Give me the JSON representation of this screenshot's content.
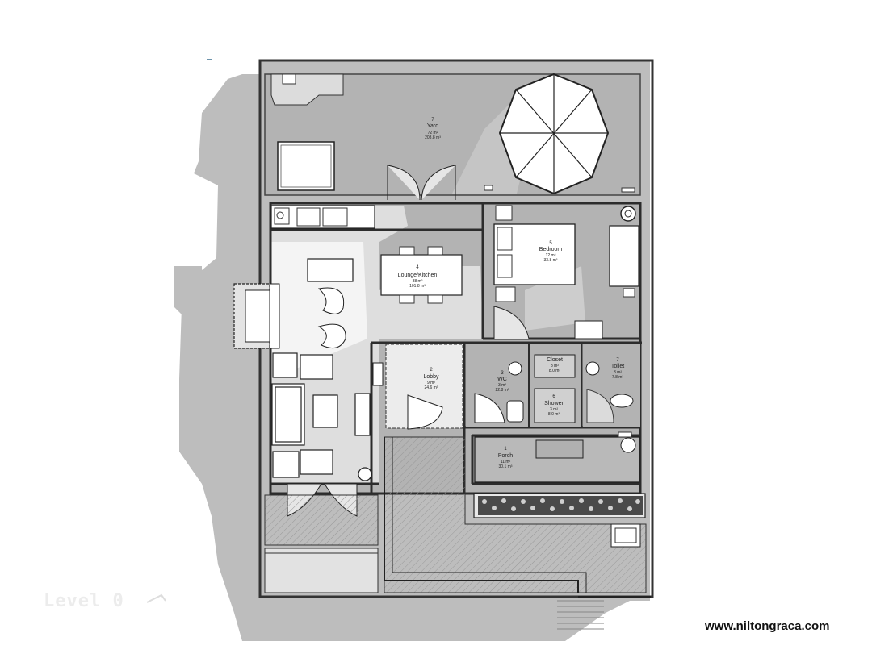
{
  "plan": {
    "level_label": "Level 0",
    "website": "www.niltongraca.com"
  },
  "rooms": [
    {
      "id": "yard",
      "number": "7",
      "name": "Yard",
      "area": "72 m²",
      "volume": "203.8 m³"
    },
    {
      "id": "bedroom",
      "number": "5",
      "name": "Bedroom",
      "area": "12 m²",
      "volume": "33.8 m³"
    },
    {
      "id": "lounge",
      "number": "4",
      "name": "Lounge/Kitchen",
      "area": "38 m²",
      "volume": "101.8 m³"
    },
    {
      "id": "closet",
      "number": "",
      "name": "Closet",
      "area": "3 m²",
      "volume": "8.0 m³"
    },
    {
      "id": "toilet",
      "number": "",
      "name": "Toilet",
      "area": "3 m²",
      "volume": "7.8 m³"
    },
    {
      "id": "lobby",
      "number": "2",
      "name": "Lobby",
      "area": "9 m²",
      "volume": "24.6 m³"
    },
    {
      "id": "wc",
      "number": "",
      "name": "WC",
      "area": "3 m²",
      "volume": "22.8 m³"
    },
    {
      "id": "shower",
      "number": "",
      "name": "Shower",
      "area": "3 m²",
      "volume": "8.0 m³"
    },
    {
      "id": "porch",
      "number": "1",
      "name": "Porch",
      "area": "11 m²",
      "volume": "30.1 m³"
    }
  ],
  "colors": {
    "shadow": "#b9b9b9",
    "wall": "#3a3a3a",
    "background": "#ffffff",
    "furniture": "#ffffff"
  }
}
